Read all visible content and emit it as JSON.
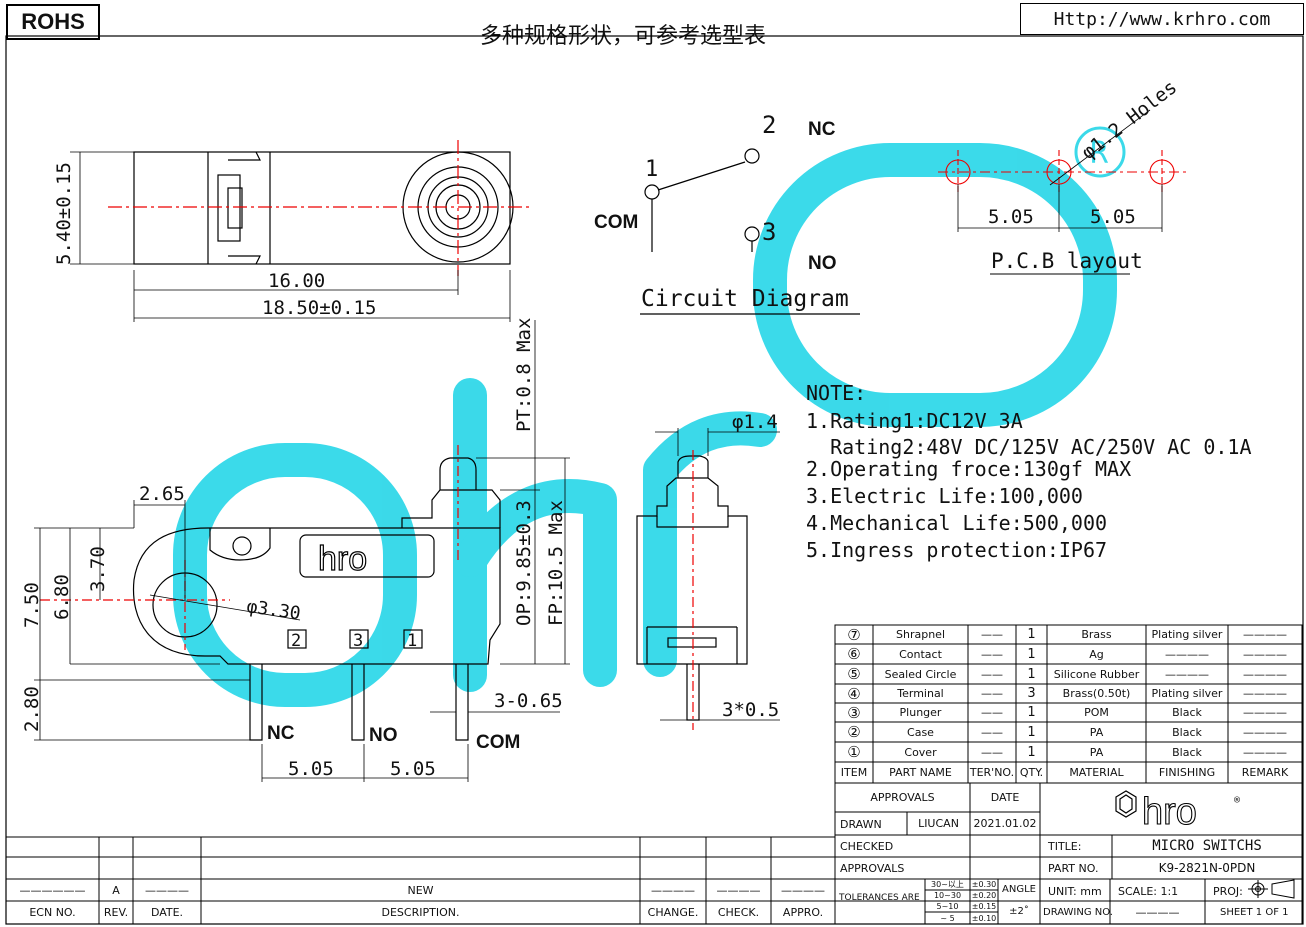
{
  "header": {
    "rohs": "ROHS",
    "title_cn": "多种规格形状，可参考选型表",
    "url": "Http://www.krhro.com"
  },
  "top_view": {
    "dim_height": "5.40±0.15",
    "dim_inner": "16.00",
    "dim_outer": "18.50±0.15"
  },
  "circuit": {
    "pin1": "1",
    "pin2": "2",
    "pin3": "3",
    "com": "COM",
    "nc": "NC",
    "no": "NO",
    "caption": "Circuit Diagram"
  },
  "pcb": {
    "holes": "φ1.2 Holes",
    "pitch_left": "5.05",
    "pitch_right": "5.05",
    "caption": "P.C.B layout"
  },
  "side_view": {
    "pt": "PT:0.8 Max",
    "op": "OP:9.85±0.3",
    "fp": "FP:10.5 Max",
    "dim_265": "2.65",
    "dim_370": "3.70",
    "dim_750": "7.50",
    "dim_680": "6.80",
    "dim_280": "2.80",
    "dim_hole": "φ3.30",
    "term_width": "3-0.65",
    "pin_nc": "NC",
    "pin_no": "NO",
    "pin_com": "COM",
    "pitch_left": "5.05",
    "pitch_right": "5.05",
    "mark1": "1",
    "mark2": "2",
    "mark3": "3",
    "logo": "hro"
  },
  "end_view": {
    "plunger_dia": "φ1.4",
    "term_thick": "3*0.5"
  },
  "notes": [
    "NOTE:",
    "1.Rating1:DC12V 3A",
    "  Rating2:48V DC/125V AC/250V AC 0.1A",
    "2.Operating froce:130gf MAX",
    "3.Electric Life:100,000",
    "4.Mechanical Life:500,000",
    "5.Ingress protection:IP67"
  ],
  "bom": {
    "rows": [
      {
        "no": "⑦",
        "name": "Shrapnel",
        "ter": "——",
        "qty": "1",
        "material": "Brass",
        "finish": "Plating silver",
        "remark": "————"
      },
      {
        "no": "⑥",
        "name": "Contact",
        "ter": "——",
        "qty": "1",
        "material": "Ag",
        "finish": "————",
        "remark": "————"
      },
      {
        "no": "⑤",
        "name": "Sealed Circle",
        "ter": "——",
        "qty": "1",
        "material": "Silicone Rubber",
        "finish": "————",
        "remark": "————"
      },
      {
        "no": "④",
        "name": "Terminal",
        "ter": "——",
        "qty": "3",
        "material": "Brass(0.50t)",
        "finish": "Plating silver",
        "remark": "————"
      },
      {
        "no": "③",
        "name": "Plunger",
        "ter": "——",
        "qty": "1",
        "material": "POM",
        "finish": "Black",
        "remark": "————"
      },
      {
        "no": "②",
        "name": "Case",
        "ter": "——",
        "qty": "1",
        "material": "PA",
        "finish": "Black",
        "remark": "————"
      },
      {
        "no": "①",
        "name": "Cover",
        "ter": "——",
        "qty": "1",
        "material": "PA",
        "finish": "Black",
        "remark": "————"
      }
    ],
    "headers": {
      "item": "ITEM",
      "name": "PART NAME",
      "ter": "TER'NO.",
      "qty": "QTY.",
      "material": "MATERIAL",
      "finish": "FINISHING",
      "remark": "REMARK"
    }
  },
  "titleblock": {
    "approvals_hdr": "APPROVALS",
    "date_hdr": "DATE",
    "drawn": "DRAWN",
    "drawn_by": "LIUCAN",
    "drawn_date": "2021.01.02",
    "checked": "CHECKED",
    "approvals": "APPROVALS",
    "logo": "hro",
    "title_lbl": "TITLE:",
    "title": "MICRO SWITCHS",
    "part_lbl": "PART NO.",
    "part": "K9-2821N-0PDN",
    "tol_lbl": "TOLERANCES ARE",
    "tol": [
      {
        "range": "30~以上",
        "val": "±0.30"
      },
      {
        "range": "10~30",
        "val": "±0.20"
      },
      {
        "range": "5~10",
        "val": "±0.15"
      },
      {
        "range": "~ 5",
        "val": "±0.10"
      }
    ],
    "angle_lbl": "ANGLE",
    "angle": "±2˚",
    "unit": "UNIT: mm",
    "scale": "SCALE:  1:1",
    "proj": "PROJ:",
    "drawing_no": "DRAWING NO.",
    "drawing_no_val": "————",
    "sheet": "SHEET  1 OF 1"
  },
  "revision": {
    "row_dash": "——————",
    "rev": "A",
    "date": "————",
    "desc": "NEW",
    "change": "————",
    "check": "————",
    "appro": "————",
    "h_ecn": "ECN NO.",
    "h_rev": "REV.",
    "h_date": "DATE.",
    "h_desc": "DESCRIPTION.",
    "h_change": "CHANGE.",
    "h_check": "CHECK.",
    "h_appro": "APPRO."
  }
}
